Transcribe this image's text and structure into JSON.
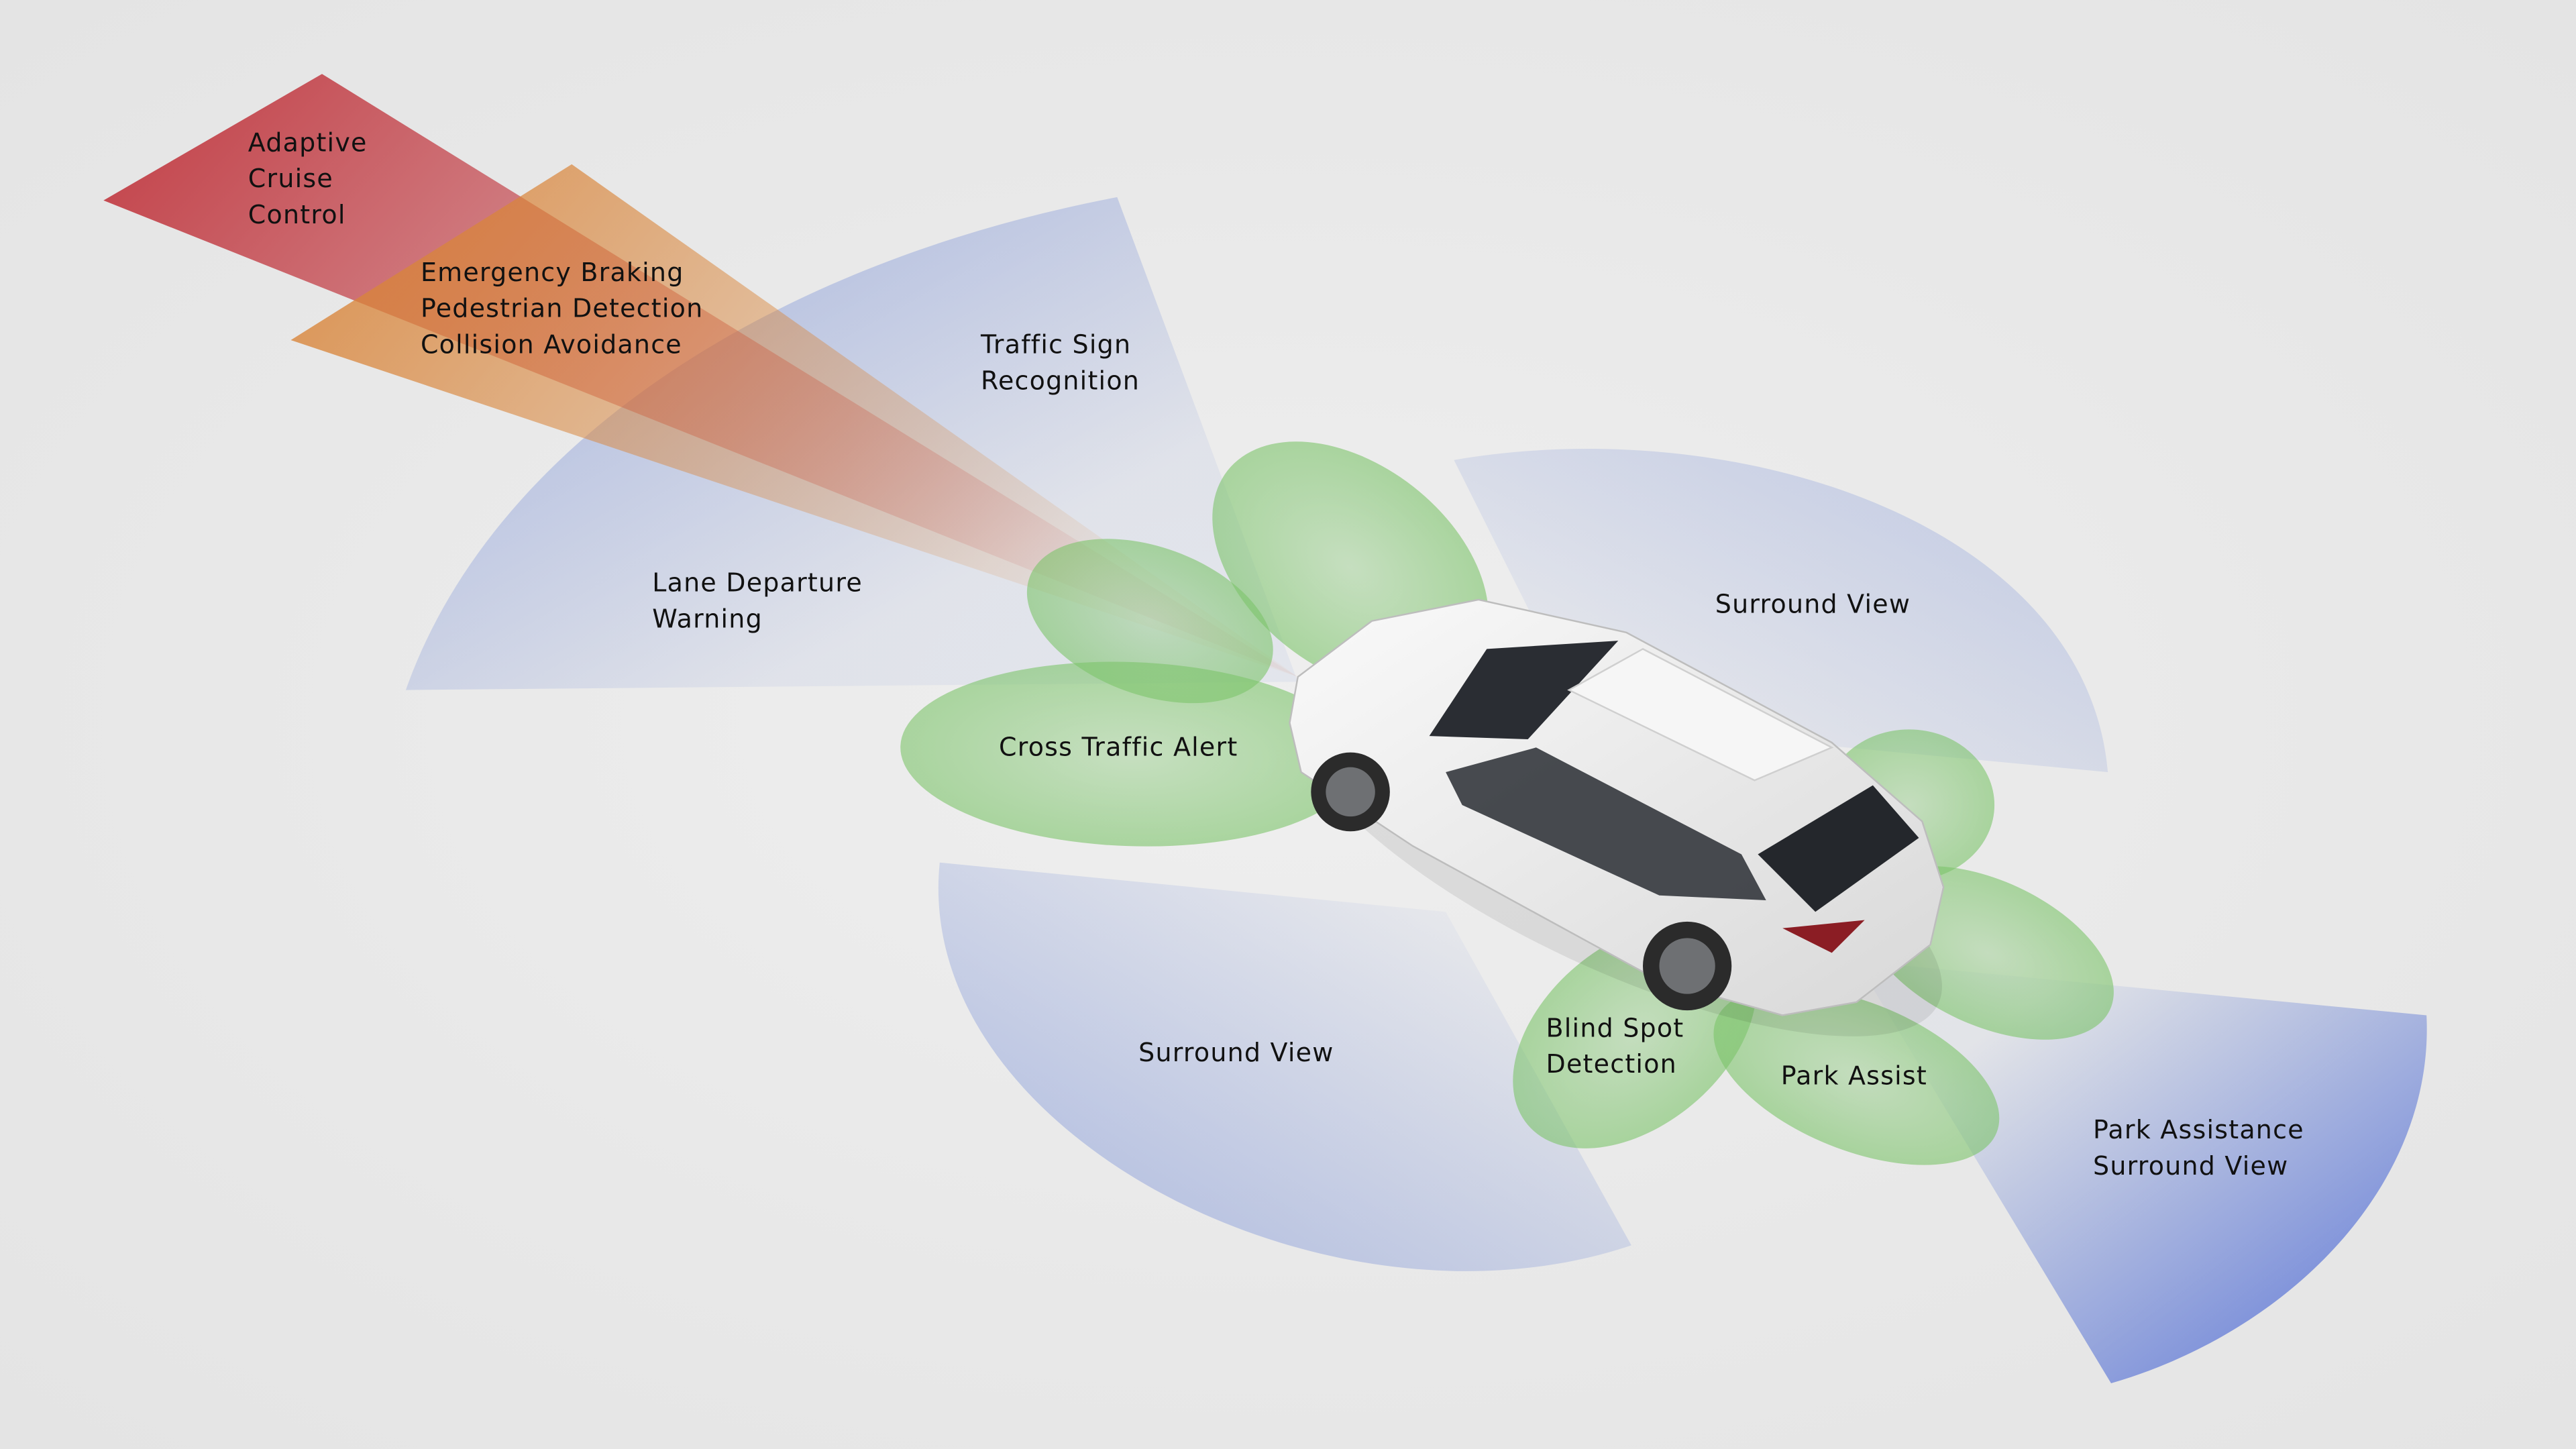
{
  "labels": {
    "adaptive_cruise": [
      "Adaptive",
      "Cruise",
      "Control"
    ],
    "emergency_braking": [
      "Emergency Braking",
      "Pedestrian Detection",
      "Collision Avoidance"
    ],
    "traffic_sign": [
      "Traffic Sign",
      "Recognition"
    ],
    "lane_departure": [
      "Lane Departure",
      "Warning"
    ],
    "cross_traffic": [
      "Cross Traffic Alert"
    ],
    "surround_view_right": [
      "Surround View"
    ],
    "surround_view_bottom": [
      "Surround View"
    ],
    "blind_spot": [
      "Blind Spot",
      "Detection"
    ],
    "park_assist": [
      "Park Assist"
    ],
    "park_assistance": [
      "Park Assistance",
      "Surround View"
    ]
  },
  "colors": {
    "long_range_radar": "#c0343c",
    "mid_range_radar": "#d9853a",
    "camera": "#5a78d2",
    "ultrasonic": "#7cc46a",
    "car": "#f2f2f2"
  }
}
